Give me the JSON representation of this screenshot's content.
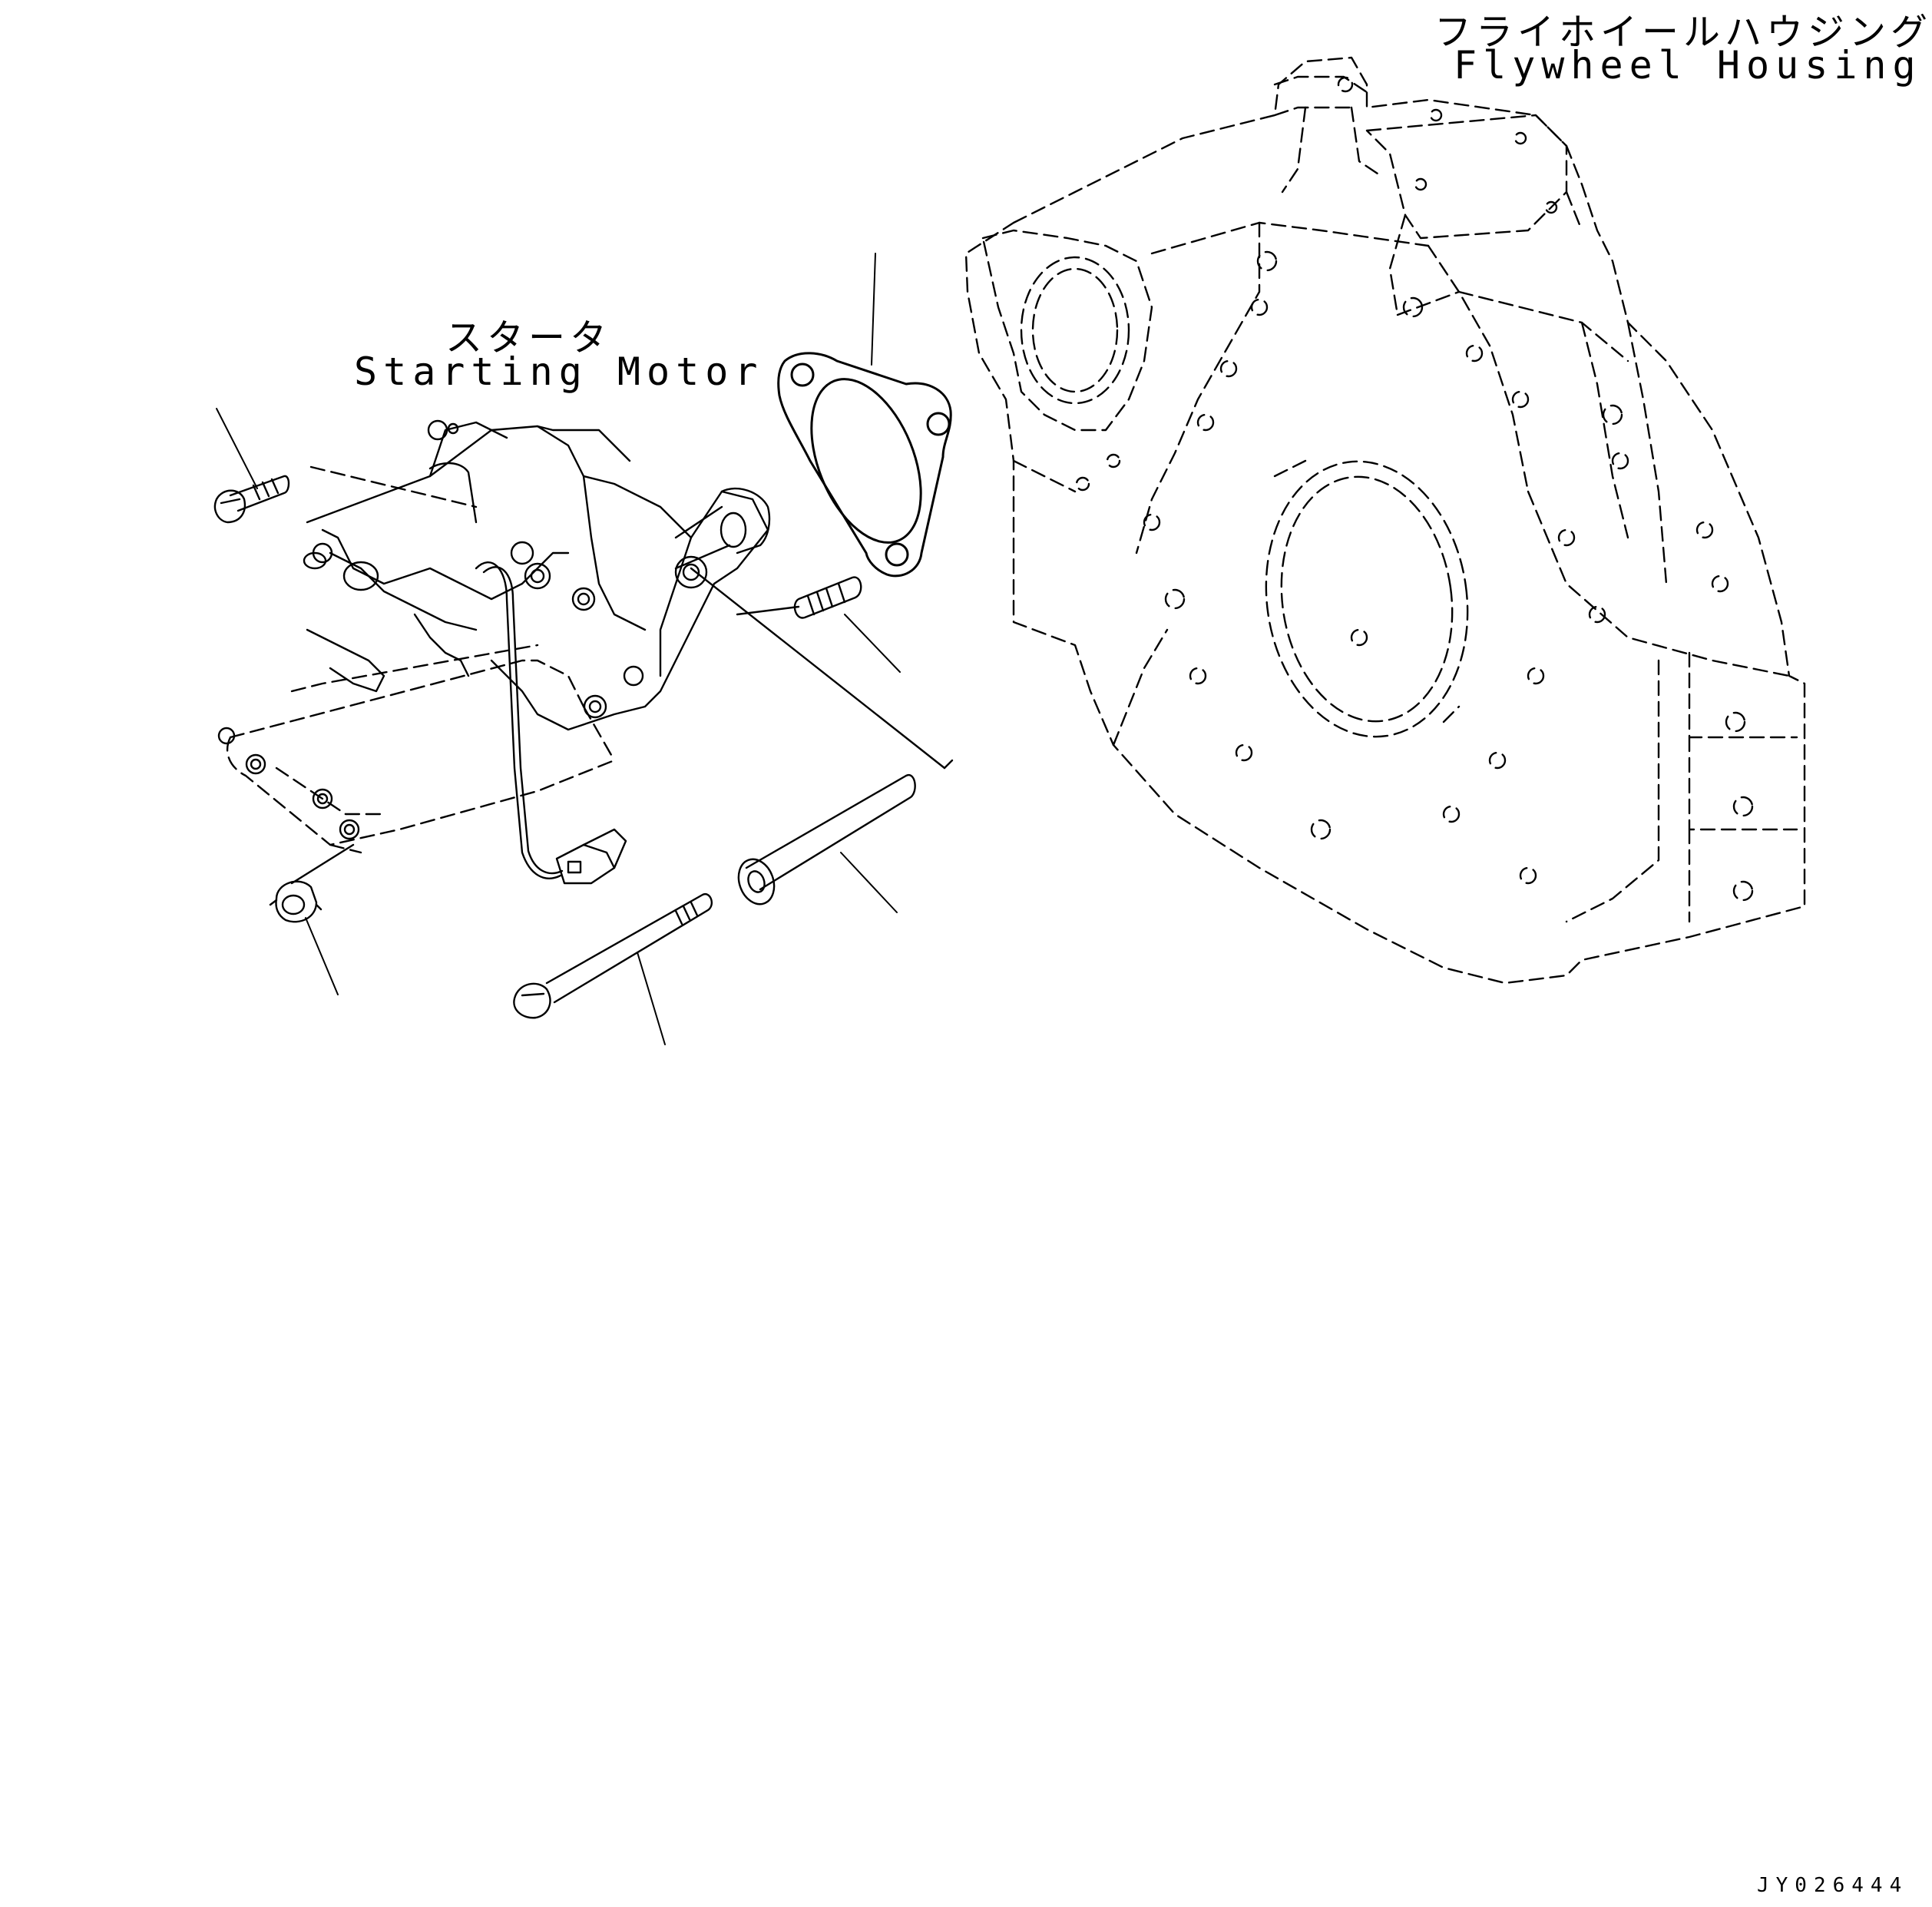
{
  "labels": {
    "flywheel_housing_jp": "フライホイールハウジング",
    "flywheel_housing_en": "Flywheel Housing",
    "starting_motor_jp": "スタータ",
    "starting_motor_en": "Starting Motor",
    "figure_code": "JY026444"
  },
  "colors": {
    "line": "#000000",
    "background": "#ffffff"
  }
}
